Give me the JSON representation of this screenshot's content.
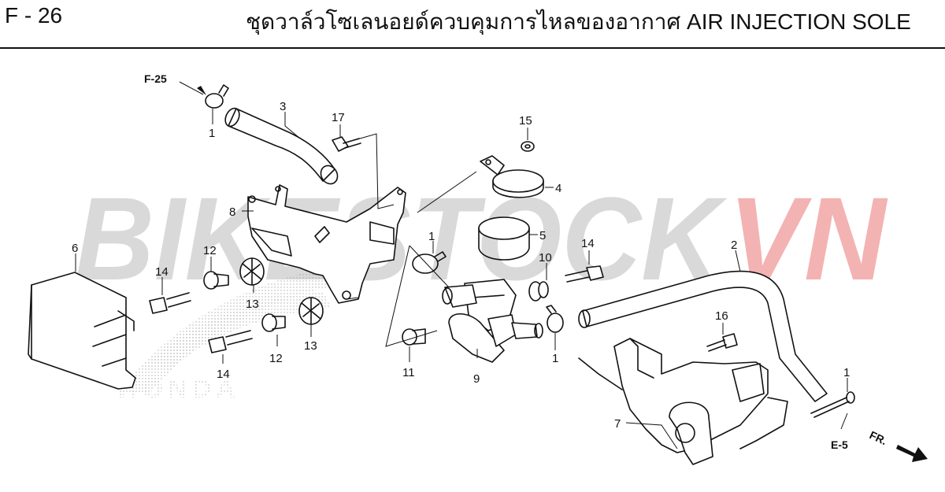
{
  "header": {
    "page_code": "F - 26",
    "title": "ชุดวาล์วโซเลนอยด์ควบคุมการไหลของอากาศ  AIR INJECTION SOLE"
  },
  "watermark": {
    "part1": "BIKESTOCK",
    "part2": "VN",
    "color1": "#cccccc",
    "color2": "#f3b3b3",
    "logo_text": "HONDA"
  },
  "references": {
    "ref_top": "F-25",
    "ref_bottom": "E-5",
    "direction": "FR."
  },
  "callouts": {
    "c1a": "1",
    "c1b": "1",
    "c1c": "1",
    "c1d": "1",
    "c2": "2",
    "c3": "3",
    "c4": "4",
    "c5": "5",
    "c6": "6",
    "c7": "7",
    "c8": "8",
    "c9": "9",
    "c10": "10",
    "c11": "11",
    "c12a": "12",
    "c12b": "12",
    "c13a": "13",
    "c13b": "13",
    "c14a": "14",
    "c14b": "14",
    "c14c": "14",
    "c15": "15",
    "c16": "16",
    "c17": "17"
  }
}
